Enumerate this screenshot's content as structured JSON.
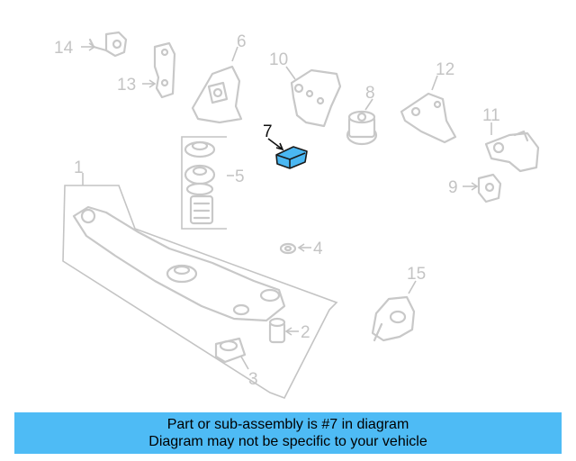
{
  "callouts": {
    "c1": "1",
    "c2": "2",
    "c3": "3",
    "c4": "4",
    "c5": "5",
    "c6": "6",
    "c7": "7",
    "c8": "8",
    "c9": "9",
    "c10": "10",
    "c11": "11",
    "c12": "12",
    "c13": "13",
    "c14": "14",
    "c15": "15"
  },
  "highlight": {
    "part": "7",
    "color": "#4ab7f2"
  },
  "colors": {
    "banner": "#4ebbf5",
    "line_art": "#c8c8c8"
  },
  "banner": {
    "line1": "Part or sub-assembly is #7 in diagram",
    "line2": "Diagram may not be specific to your vehicle"
  }
}
